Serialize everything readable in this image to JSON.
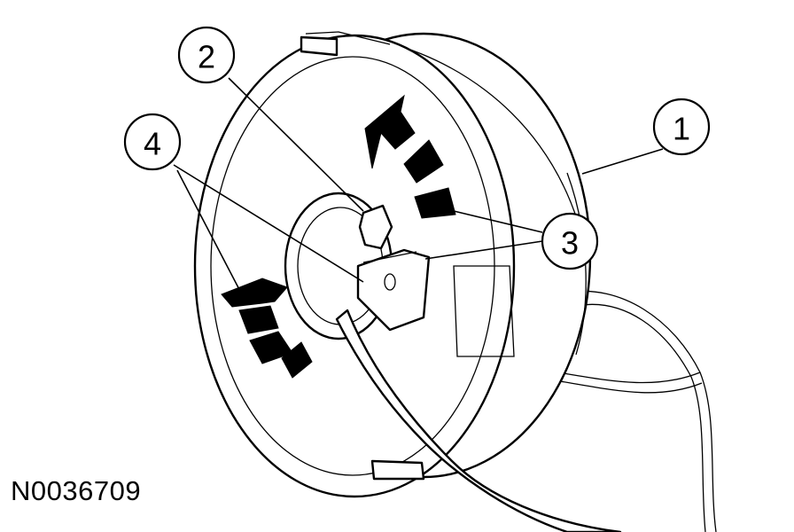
{
  "figure_id": "N0036709",
  "callouts": [
    {
      "number": "1"
    },
    {
      "number": "2"
    },
    {
      "number": "3"
    },
    {
      "number": "4"
    }
  ]
}
